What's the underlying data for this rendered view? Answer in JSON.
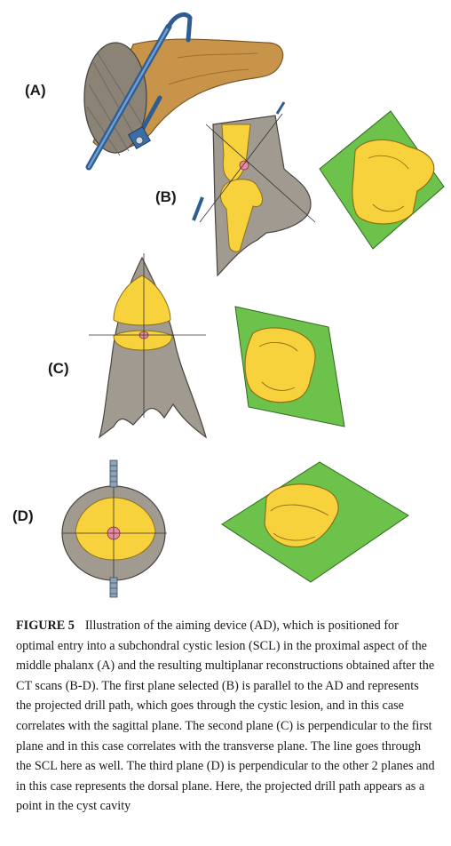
{
  "labels": {
    "a": "(A)",
    "b": "(B)",
    "c": "(C)",
    "d": "(D)"
  },
  "caption": {
    "figure_number": "FIGURE 5",
    "text": "Illustration of the aiming device (AD), which is positioned for optimal entry into a subchondral cystic lesion (SCL) in the proximal aspect of the middle phalanx (A) and the resulting multiplanar reconstructions obtained after the CT scans (B-D). The first plane selected (B) is parallel to the AD and represents the projected drill path, which goes through the cystic lesion, and in this case correlates with the sagittal plane. The second plane (C) is perpendicular to the first plane and in this case correlates with the transverse plane. The line goes through the SCL here as well. The third plane (D) is perpendicular to the other 2 planes and in this case represents the dorsal plane. Here, the projected drill path appears as a point in the cyst cavity"
  },
  "colors": {
    "bone": "#f7d23c",
    "tissue": "#a09a90",
    "plane": "#6cc24a",
    "lesion": "#e88aa0",
    "device": "#3a6ea8",
    "skin": "#c8944a"
  }
}
